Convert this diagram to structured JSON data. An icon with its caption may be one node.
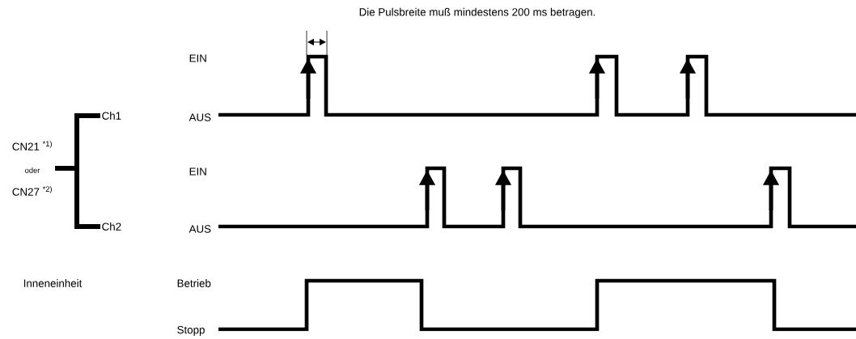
{
  "diagram": {
    "nodes": [
      {
        "text": [
          "CN21 $^{*1)}$",
          "oder",
          "CN27 $^{*2)}$"
        ]
      },
      {
        "text": [
          "Ch1"
        ]
      },
      {
        "text": [
          "Ch2"
        ]
      }
    ],
    "edges": [
      {
        "from": 0,
        "to": 1,
        "arrow": "none"
      },
      {
        "from": 0,
        "to": 2,
        "arrow": "none"
      }
    ],
    "labels": [
      "Die Pulsbreite muß mindestens 200 ms betragen.",
      "EIN",
      "AUS",
      "EIN",
      "AUS",
      "Inneneinheit",
      "Betrieb",
      "Stopp"
    ]
  }
}
